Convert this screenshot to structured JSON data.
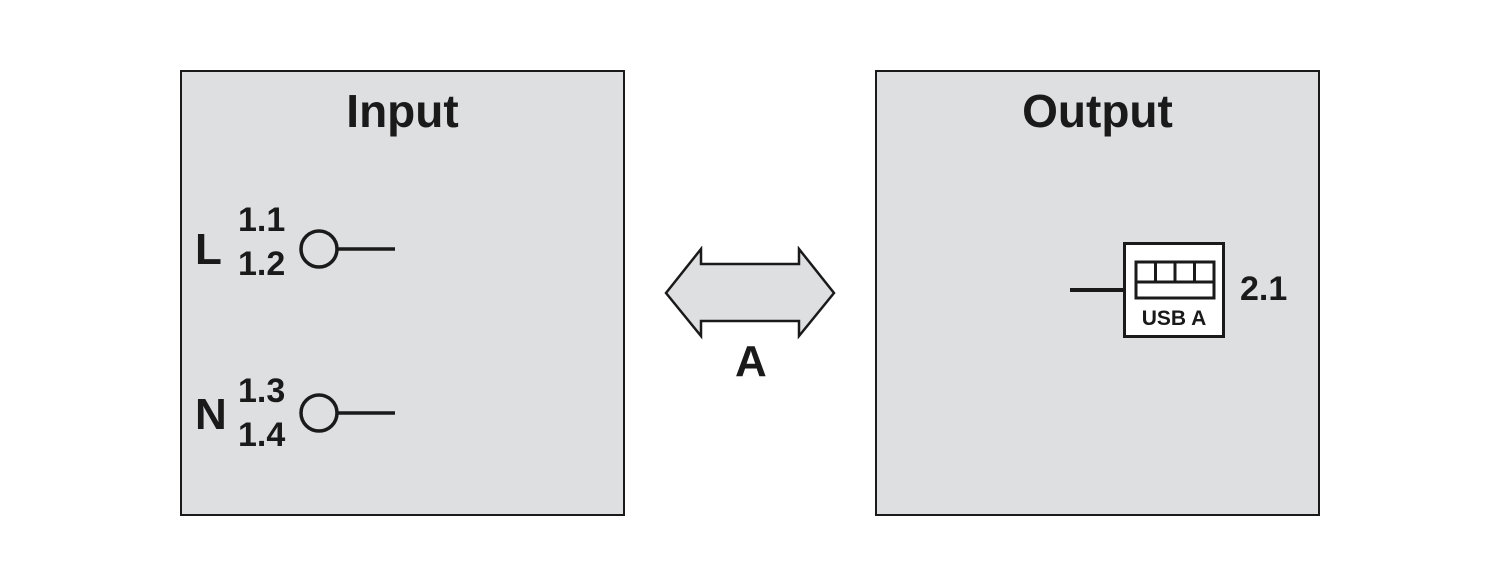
{
  "input": {
    "title": "Input",
    "phase": {
      "label": "L",
      "pin_top": "1.1",
      "pin_bottom": "1.2"
    },
    "neutral": {
      "label": "N",
      "pin_top": "1.3",
      "pin_bottom": "1.4"
    }
  },
  "connection": {
    "label": "A"
  },
  "output": {
    "title": "Output",
    "port": {
      "label": "USB A",
      "number": "2.1"
    }
  },
  "colors": {
    "panel_fill": "#dedfe1",
    "stroke": "#1a1a1a",
    "background": "#ffffff"
  }
}
